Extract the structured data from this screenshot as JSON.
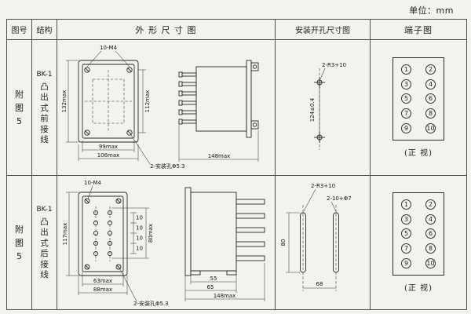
{
  "unit_label": "单位：mm",
  "headers": {
    "fig_no": "图号",
    "structure": "结构",
    "outline": "外 形 尺 寸 图",
    "mounting": "安装开孔尺寸图",
    "terminal": "端子图"
  },
  "rows": [
    {
      "fig_no": {
        "c1": "附",
        "c2": "图",
        "c3": "5"
      },
      "structure": {
        "model": "BK-1",
        "c1": "凸",
        "c2": "出",
        "c3": "式",
        "c4": "前",
        "c5": "接",
        "c6": "线"
      },
      "outline": {
        "screw_label": "10-M4",
        "height_overall": "132max",
        "height_inner": "112max",
        "width_inner": "99max",
        "width_overall": "106max",
        "mount_hole_note": "2-安装孔Φ5.3",
        "depth_overall": "148max"
      },
      "mounting": {
        "hole_label": "2-R3+10",
        "hole_spacing": "124±0.4"
      },
      "terminal": {
        "n": [
          "1",
          "2",
          "3",
          "4",
          "5",
          "6",
          "7",
          "8",
          "9",
          "10"
        ],
        "caption": "(正 视)"
      }
    },
    {
      "fig_no": {
        "c1": "附",
        "c2": "图",
        "c3": "5"
      },
      "structure": {
        "model": "BK-1",
        "c1": "凸",
        "c2": "出",
        "c3": "式",
        "c4": "后",
        "c5": "接",
        "c6": "线"
      },
      "outline": {
        "screw_label": "10-M4",
        "height_overall": "117max",
        "pitch": "10",
        "stud_span": "80max",
        "width_inner": "63max",
        "width_overall": "88max",
        "mount_hole_note": "2-安装孔Φ5.3",
        "depth_body": "55",
        "depth_flange": "65",
        "depth_overall": "148max"
      },
      "mounting": {
        "hole_label": "2-R3+10",
        "slot_label": "2-10+Φ7",
        "slot_length": "80",
        "slot_spacing": "68"
      },
      "terminal": {
        "n": [
          "1",
          "2",
          "3",
          "4",
          "5",
          "6",
          "7",
          "8",
          "9",
          "10"
        ],
        "caption": "(正 视)"
      }
    }
  ]
}
